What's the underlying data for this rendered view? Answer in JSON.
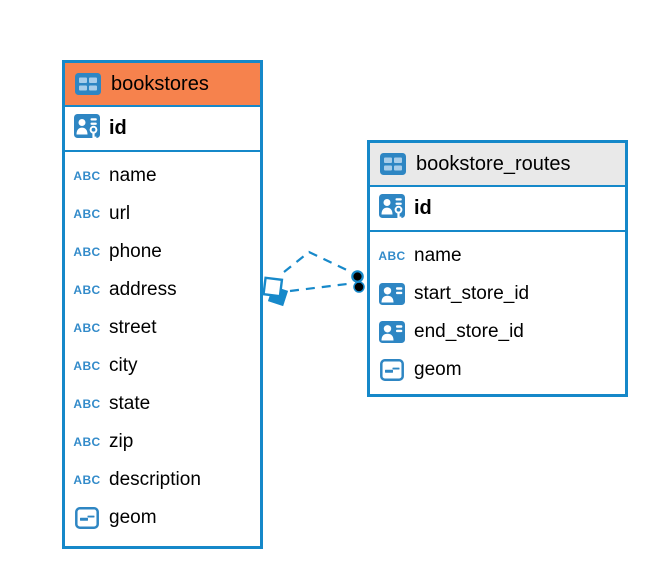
{
  "diagram": {
    "type": "entity-relationship",
    "tables": [
      {
        "name": "bookstores",
        "header_color": "#F6824D",
        "primary_key": "id",
        "columns": [
          "name",
          "url",
          "phone",
          "address",
          "street",
          "city",
          "state",
          "zip",
          "description",
          "geom"
        ],
        "column_types": [
          "text",
          "text",
          "text",
          "text",
          "text",
          "text",
          "text",
          "text",
          "text",
          "geometry"
        ]
      },
      {
        "name": "bookstore_routes",
        "header_color": "#E9E9E9",
        "primary_key": "id",
        "columns": [
          "name",
          "start_store_id",
          "end_store_id",
          "geom"
        ],
        "column_types": [
          "text",
          "reference",
          "reference",
          "geometry"
        ]
      }
    ],
    "relationships": [
      {
        "from_table": "bookstore_routes",
        "to_table": "bookstores",
        "style": "dashed",
        "link_count": 2
      }
    ]
  },
  "icons": {
    "abc_label": "ABC"
  },
  "colors": {
    "table_border": "#1588C9",
    "icon_blue": "#2E86C3",
    "icon_cell_light": "#A8CDE9",
    "abc_text": "#338BCA",
    "bookstores_header": "#F6824D",
    "routes_header": "#E9E9E9",
    "connector": "#1789CA",
    "text": "#000000"
  }
}
